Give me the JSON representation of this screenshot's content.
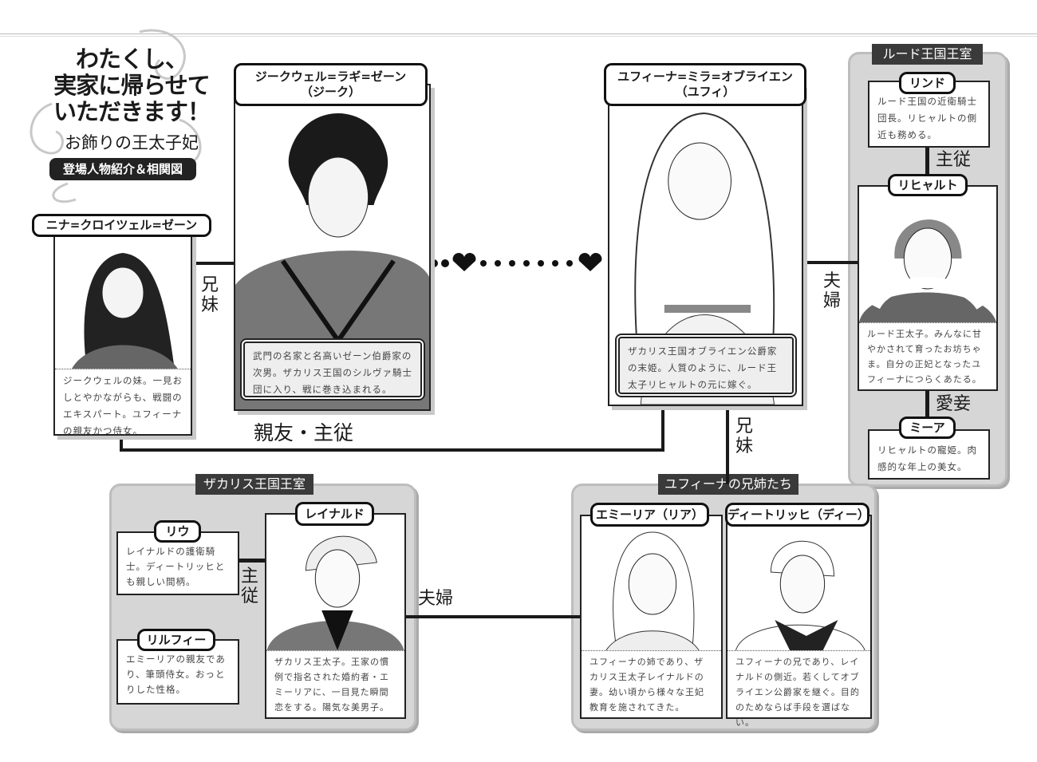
{
  "title": {
    "line1": "わたくし、",
    "line2": "実家に帰らせて",
    "line3": "いただきます！",
    "subtitle": "お飾りの王太子妃",
    "badge": "登場人物紹介＆相関図"
  },
  "characters": {
    "nina": {
      "name": "ニナ=クロイツェル=ゼーン",
      "desc": "ジークウェルの妹。一見おしとやかながらも、戦闘のエキスパート。ユフィーナの親友かつ侍女。"
    },
    "zeke": {
      "name": "ジークウェル=ラギ=ゼーン",
      "nick": "（ジーク）",
      "desc": "武門の名家と名高いゼーン伯爵家の次男。ザカリス王国のシルヴァ騎士団に入り、戦に巻き込まれる。"
    },
    "yufi": {
      "name": "ユフィーナ=ミラ=オブライエン",
      "nick": "（ユフィ）",
      "desc": "ザカリス王国オブライエン公爵家の末姫。人質のように、ルード王太子リヒャルトの元に嫁ぐ。"
    },
    "rind": {
      "name": "リンド",
      "desc": "ルード王国の近衛騎士団長。リヒャルトの側近も務める。"
    },
    "richart": {
      "name": "リヒャルト",
      "desc": "ルード王太子。みんなに甘やかされて育ったお坊ちゃま。自分の正妃となったユフィーナにつらくあたる。"
    },
    "mia": {
      "name": "ミーア",
      "desc": "リヒャルトの寵姫。肉感的な年上の美女。"
    },
    "riu": {
      "name": "リウ",
      "desc": "レイナルドの護衛騎士。ディートリッヒとも親しい間柄。"
    },
    "rilfi": {
      "name": "リルフィー",
      "desc": "エミーリアの親友であり、筆頭侍女。おっとりした性格。"
    },
    "reinald": {
      "name": "レイナルド",
      "desc": "ザカリス王太子。王家の慣例で指名された婚約者・エミーリアに、一目見た瞬間恋をする。陽気な美男子。"
    },
    "emilia": {
      "name": "エミーリア（リア）",
      "desc": "ユフィーナの姉であり、ザカリス王太子レイナルドの妻。幼い頃から様々な王妃教育を施されてきた。"
    },
    "dietrich": {
      "name": "ディートリッヒ（ディー）",
      "desc": "ユフィーナの兄であり、レイナルドの側近。若くしてオブライエン公爵家を継ぐ。目的のためならば手段を選ばない。"
    }
  },
  "groups": {
    "rude": "ルード王国王室",
    "zakaris": "ザカリス王国王室",
    "siblings": "ユフィーナの兄姉たち"
  },
  "relations": {
    "nina_zeke": "兄妹",
    "zeke_yufi_icon": "heart-icon",
    "yufi_richart": "夫婦",
    "rind_richart": "主従",
    "richart_mia": "愛妾",
    "friend": "親友・主従",
    "yufi_siblings": "兄妹",
    "riu_reinald": "主従",
    "reinald_emilia": "夫婦"
  }
}
